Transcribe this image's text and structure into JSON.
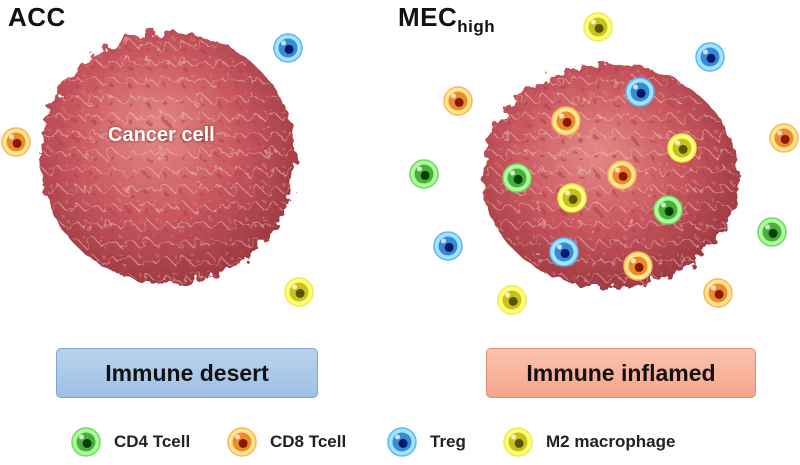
{
  "left_panel": {
    "title": "ACC",
    "tumor_label": "Cancer cell",
    "status": "Immune desert"
  },
  "right_panel": {
    "title_main": "MEC",
    "title_sub": "high",
    "status": "Immune inflamed"
  },
  "cell_types": {
    "cd4": {
      "label": "CD4 Tcell",
      "color": "#4cae3c"
    },
    "cd8": {
      "label": "CD8 Tcell",
      "color": "#f0892e"
    },
    "treg": {
      "label": "Treg",
      "color": "#3b88d4"
    },
    "m2": {
      "label": "M2 macrophage",
      "color": "#c9c21c"
    }
  },
  "colors": {
    "tumor": "#c8505a",
    "desert_box": "#a9c8ea",
    "inflamed_box": "#f8b49b"
  }
}
